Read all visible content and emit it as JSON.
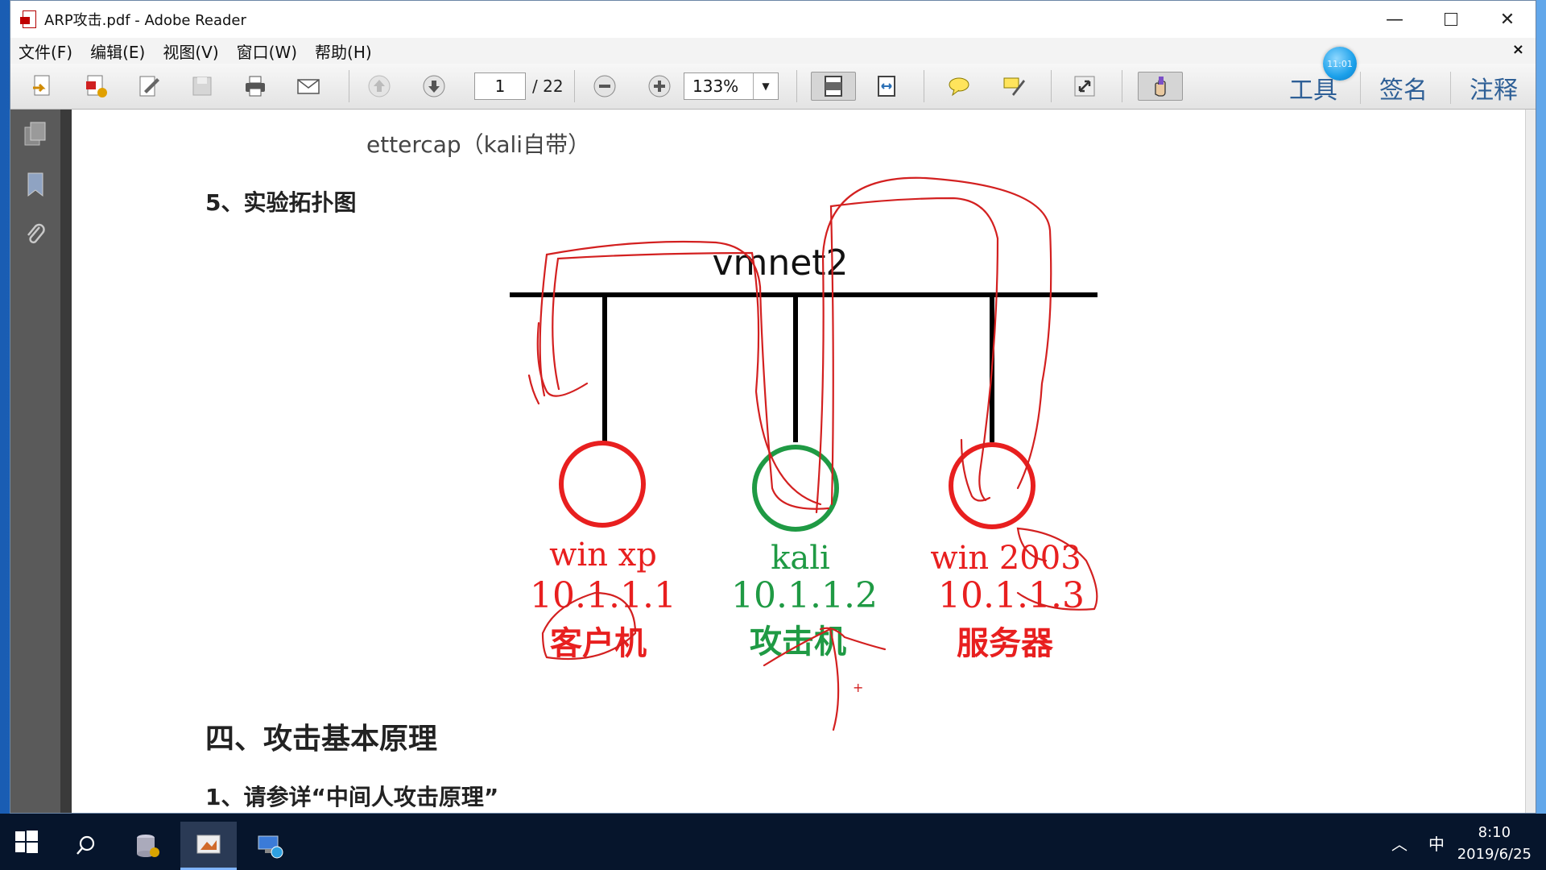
{
  "window": {
    "title": "ARP攻击.pdf - Adobe Reader",
    "min_glyph": "—",
    "close_glyph": "✕"
  },
  "menu": {
    "items": [
      "文件(F)",
      "编辑(E)",
      "视图(V)",
      "窗口(W)",
      "帮助(H)"
    ],
    "close_glyph": "×"
  },
  "toolbar": {
    "page_current": "1",
    "page_total": "/ 22",
    "zoom": "133%",
    "right_tabs": [
      "工具",
      "签名",
      "注释"
    ],
    "bubble_time": "11:01"
  },
  "document": {
    "line1": "ettercap（kali自带）",
    "heading5": "5、实验拓扑图",
    "heading4": "四、攻击基本原理",
    "item1": "1、请参详“中间人攻击原理”"
  },
  "diagram": {
    "network": "vmnet2",
    "nodes": [
      {
        "name": "win xp",
        "ip": "10.1.1.1",
        "role": "客户机",
        "color": "#e81f1f"
      },
      {
        "name": "kali",
        "ip": "10.1.1.2",
        "role": "攻击机",
        "color": "#1f9a44"
      },
      {
        "name": "win 2003",
        "ip": "10.1.1.3",
        "role": "服务器",
        "color": "#e81f1f"
      }
    ],
    "annotation_color": "#d32020",
    "cursor_glyph": "+"
  },
  "taskbar": {
    "time": "8:10",
    "date": "2019/6/25",
    "ime": "中",
    "tray_chevron": "︿"
  },
  "colors": {
    "link_blue": "#2e5f96",
    "red": "#e81f1f",
    "green": "#1f9a44"
  }
}
